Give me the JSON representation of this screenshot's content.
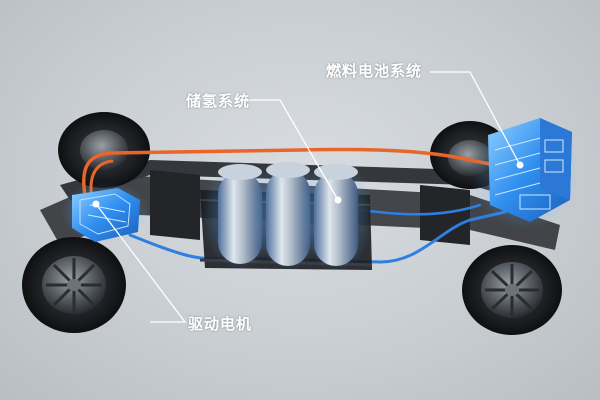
{
  "labels": {
    "hydrogen_storage": "储氢系统",
    "fuel_cell": "燃料电池系统",
    "drive_motor": "驱动电机"
  },
  "colors": {
    "background": "#c9ced3",
    "hv_cable": "#e8662a",
    "hydrogen_line": "#2e7fe0",
    "component_blue": "#3aa2ff",
    "tank_silver": "#a9b4bf"
  },
  "icons": [
    "drive-motor-icon",
    "hydrogen-tank-icon",
    "fuel-cell-stack-icon",
    "wheel-icon"
  ]
}
